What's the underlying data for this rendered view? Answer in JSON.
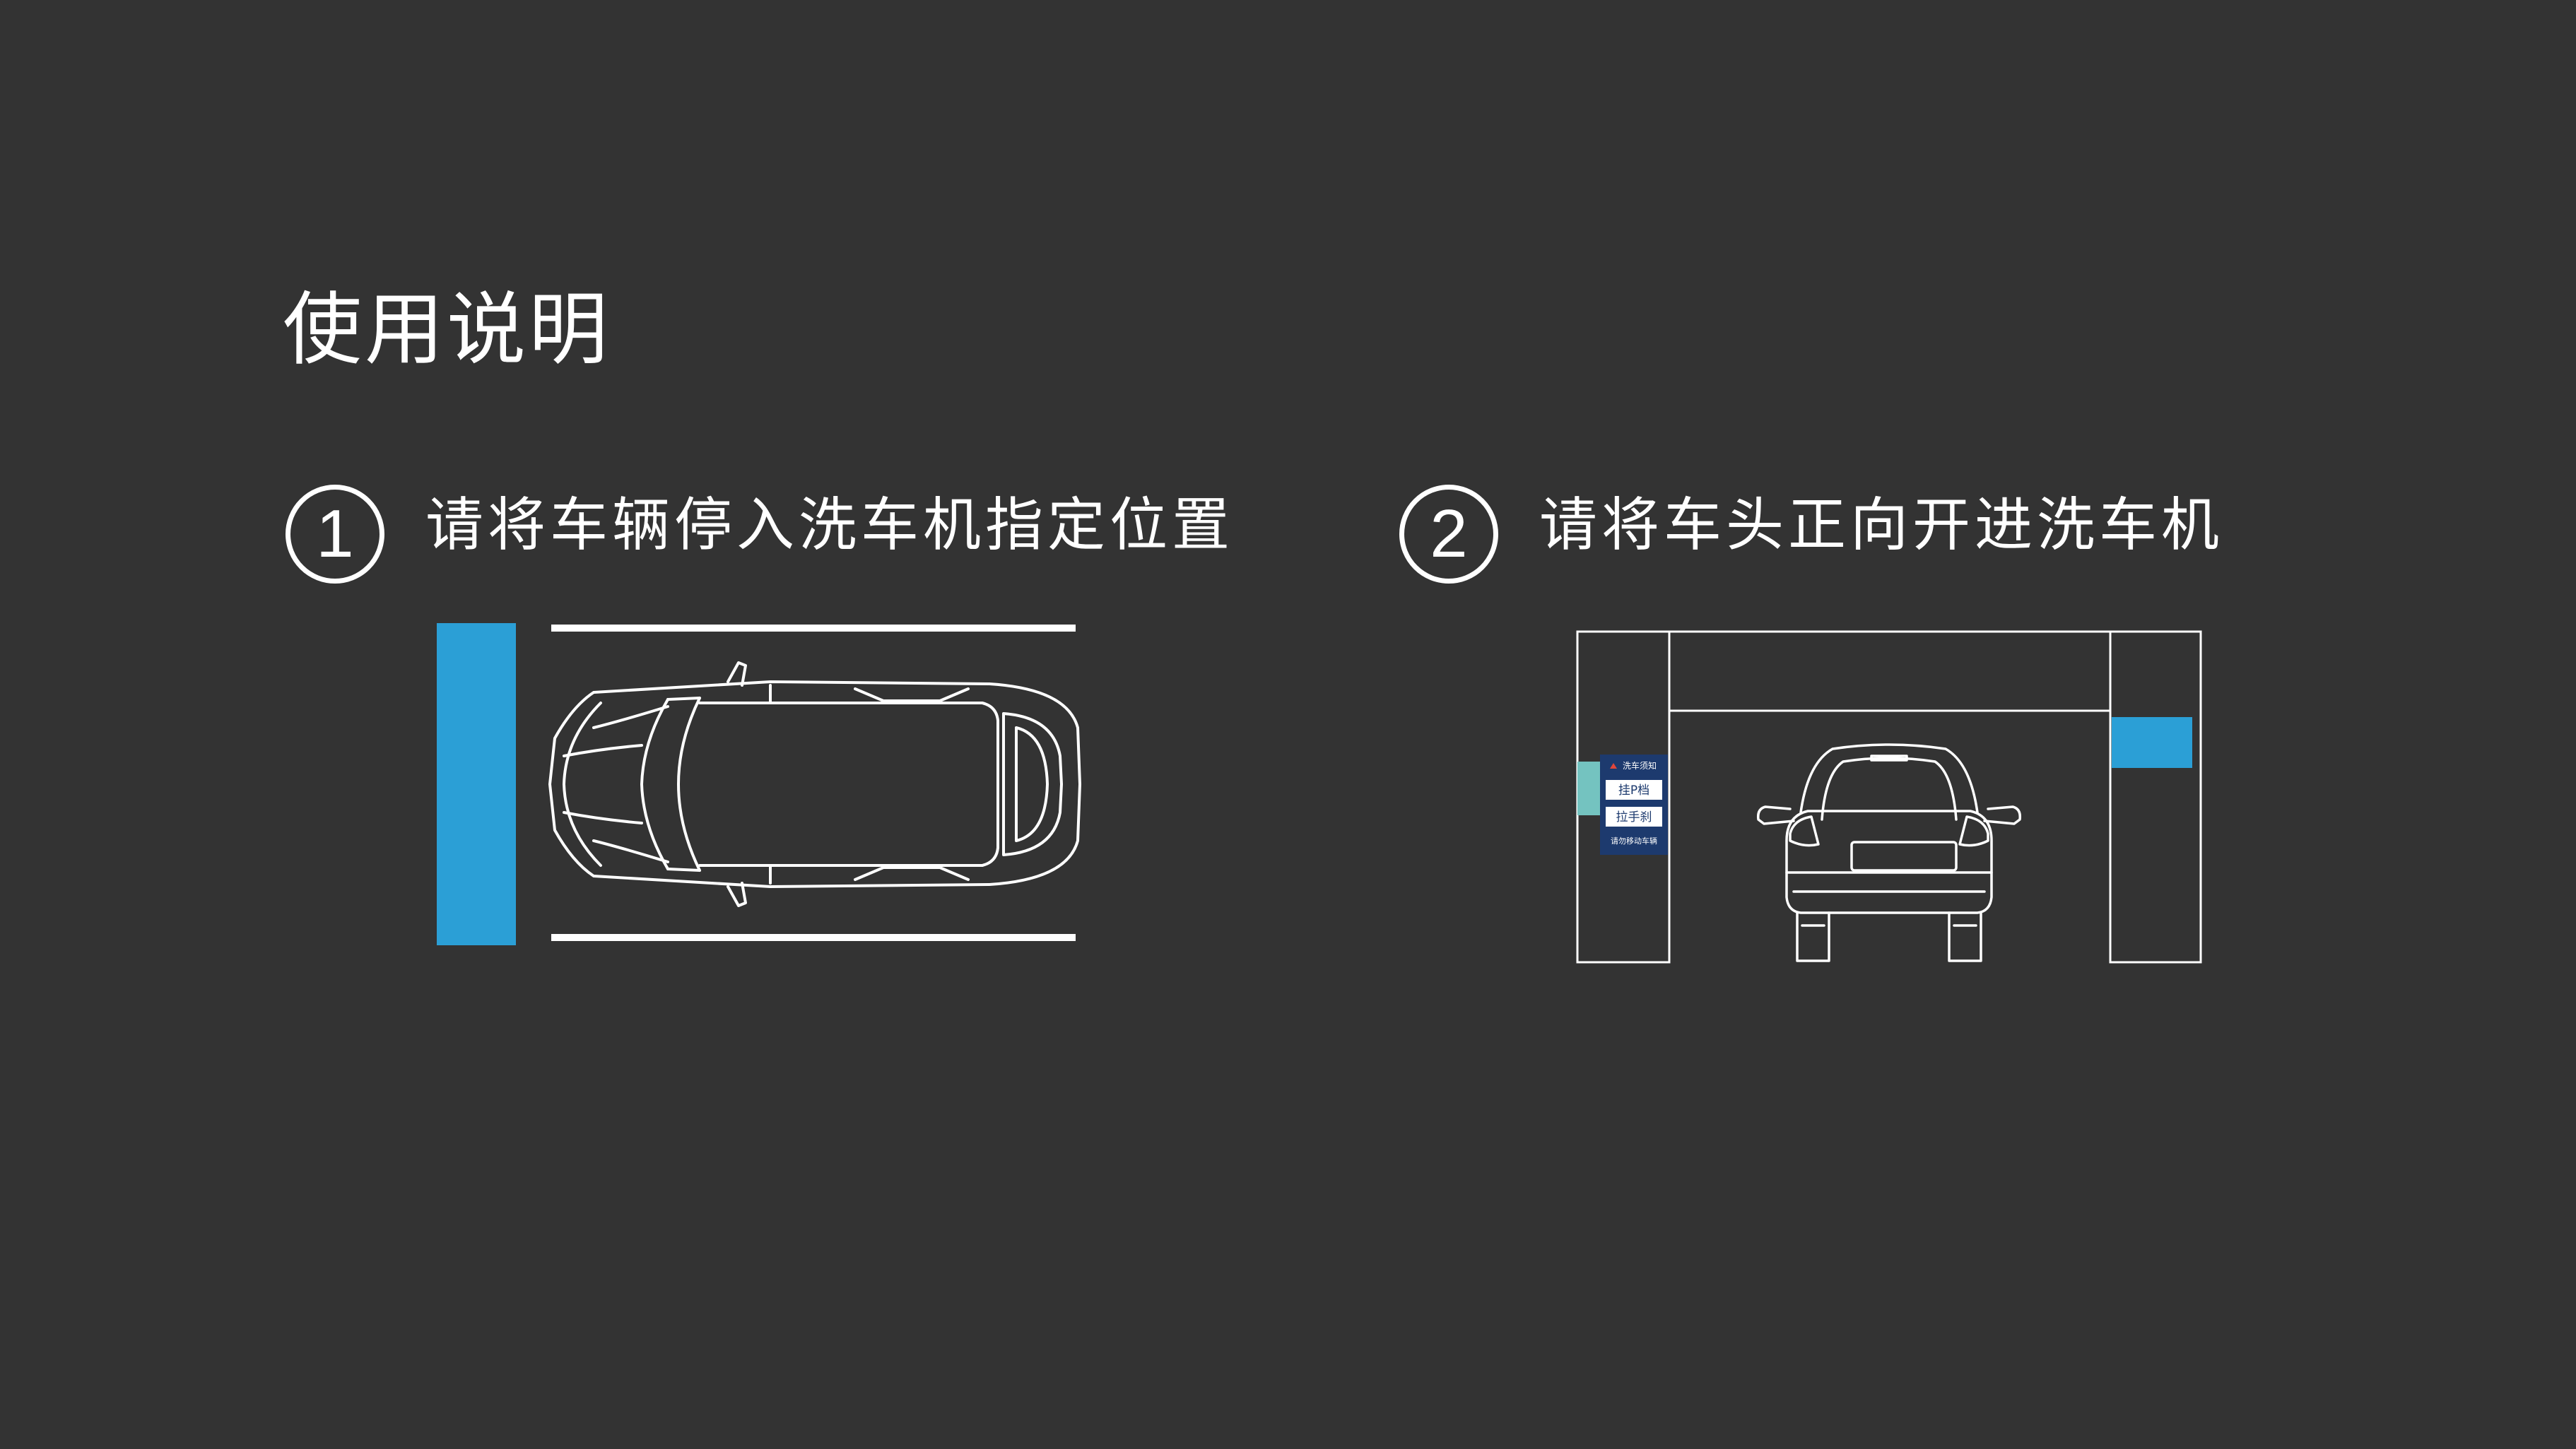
{
  "page": {
    "title": "使用说明"
  },
  "steps": [
    {
      "number": "1",
      "text": "请将车辆停入洗车机指定位置",
      "illustration": "car-top-view-parked-icon"
    },
    {
      "number": "2",
      "text": "请将车头正向开进洗车机",
      "illustration": "car-entering-wash-bay-icon"
    }
  ],
  "sign": {
    "header": "洗车须知",
    "line1": "挂P档",
    "line2": "拉手刹",
    "footer": "请勿移动车辆"
  },
  "colors": {
    "background": "#333333",
    "accent_blue": "#2b9fd6",
    "accent_teal": "#74c3c0",
    "sign_navy": "#1d3a6e",
    "line": "#ffffff"
  }
}
